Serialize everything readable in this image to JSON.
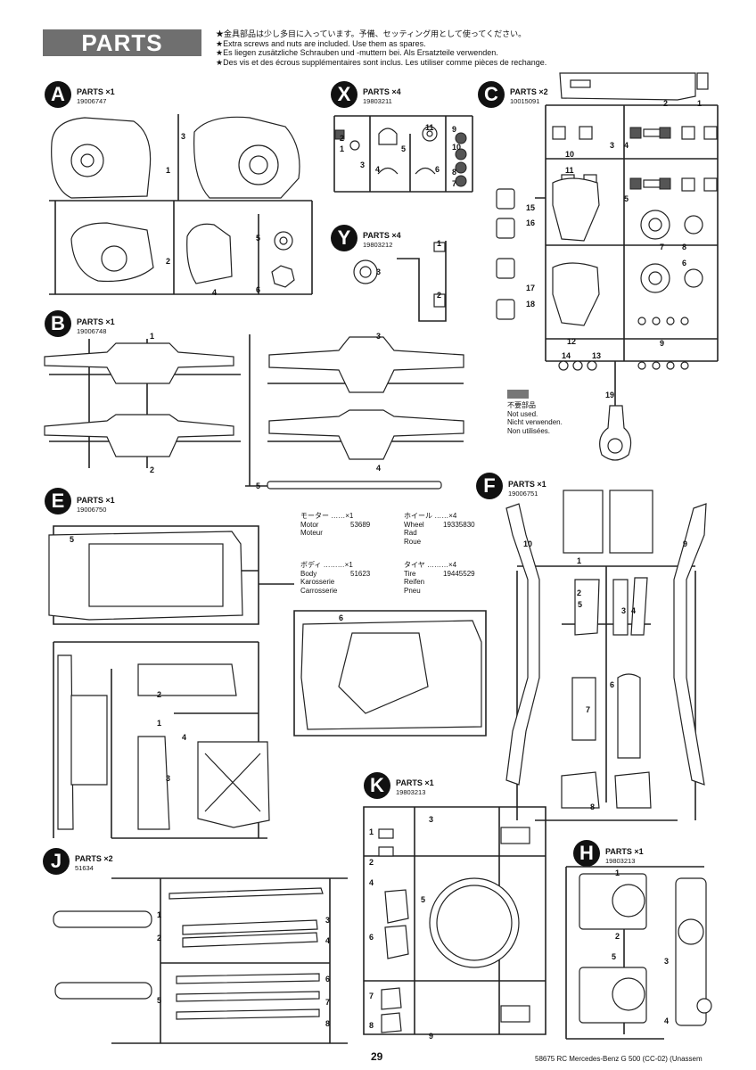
{
  "header": {
    "title": "PARTS",
    "notes": [
      "★金具部品は少し多目に入っています。予備、セッティング用として使ってください。",
      "★Extra screws and nuts are included. Use them as spares.",
      "★Es liegen zusätzliche Schrauben und -muttern bei. Als Ersatzteile verwenden.",
      "★Des vis et des écrous supplémentaires sont inclus. Les utiliser comme pièces de rechange."
    ]
  },
  "sections": {
    "A": {
      "letter": "A",
      "title": "PARTS ×1",
      "number": "19006747",
      "labels": [
        "1",
        "2",
        "3",
        "4",
        "5",
        "6"
      ]
    },
    "X": {
      "letter": "X",
      "title": "PARTS ×4",
      "number": "19803211",
      "labels": [
        "1",
        "2",
        "3",
        "4",
        "5",
        "6",
        "7",
        "8",
        "9",
        "10",
        "11"
      ]
    },
    "C": {
      "letter": "C",
      "title": "PARTS ×2",
      "number": "10015091",
      "labels": [
        "1",
        "2",
        "3",
        "4",
        "5",
        "6",
        "7",
        "8",
        "9",
        "10",
        "11",
        "12",
        "13",
        "14",
        "15",
        "16",
        "17",
        "18",
        "19"
      ]
    },
    "Y": {
      "letter": "Y",
      "title": "PARTS ×4",
      "number": "19803212",
      "labels": [
        "1",
        "2",
        "3"
      ]
    },
    "B": {
      "letter": "B",
      "title": "PARTS ×1",
      "number": "19006748",
      "labels": [
        "1",
        "2",
        "3",
        "4",
        "5"
      ]
    },
    "E": {
      "letter": "E",
      "title": "PARTS ×1",
      "number": "19006750",
      "labels": [
        "1",
        "2",
        "3",
        "4",
        "5",
        "6"
      ]
    },
    "F": {
      "letter": "F",
      "title": "PARTS ×1",
      "number": "19006751",
      "labels": [
        "1",
        "2",
        "3",
        "4",
        "5",
        "6",
        "7",
        "8",
        "9",
        "10"
      ]
    },
    "K": {
      "letter": "K",
      "title": "PARTS ×1",
      "number": "19803213",
      "labels": [
        "1",
        "2",
        "3",
        "4",
        "5",
        "6",
        "7",
        "8",
        "9"
      ]
    },
    "J": {
      "letter": "J",
      "title": "PARTS ×2",
      "number": "51634",
      "labels": [
        "1",
        "2",
        "3",
        "4",
        "5",
        "6",
        "7",
        "8"
      ]
    },
    "H": {
      "letter": "H",
      "title": "PARTS ×1",
      "number": "19803213",
      "labels": [
        "1",
        "2",
        "3",
        "4",
        "5"
      ]
    }
  },
  "not_used": {
    "lines": [
      "不要部品",
      "Not used.",
      "Nicht verwenden.",
      "Non utilisées."
    ]
  },
  "kit_items": [
    {
      "jp": "モーター ……×1",
      "lines": [
        "Motor",
        "Moteur"
      ],
      "number": "53689"
    },
    {
      "jp": "ホイール ……×4",
      "lines": [
        "Wheel",
        "Rad",
        "Roue"
      ],
      "number": "19335830"
    },
    {
      "jp": "ボディ ………×1",
      "lines": [
        "Body",
        "Karosserie",
        "Carrosserie"
      ],
      "number": "51623"
    },
    {
      "jp": "タイヤ ………×4",
      "lines": [
        "Tire",
        "Reifen",
        "Pneu"
      ],
      "number": "19445529"
    }
  ],
  "footer": {
    "page": "29",
    "caption": "58675 RC Mercedes-Benz G 500 (CC-02) (Unassem"
  },
  "colors": {
    "banner": "#6f6f6f",
    "badge": "#111111",
    "not_used_swatch": "#777777"
  }
}
